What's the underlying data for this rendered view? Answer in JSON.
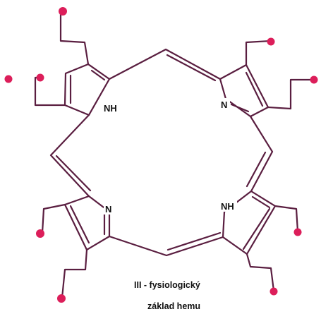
{
  "diagram": {
    "atoms": {
      "nh_top_left": "NH",
      "n_top_right": "N",
      "n_bottom_left": "N",
      "nh_bottom_right": "NH"
    },
    "caption": {
      "line1": "III - fysiologický",
      "line2": "základ hemu"
    },
    "colors": {
      "bond": "#5a1e40",
      "substituent_dot": "#dc1e5a",
      "text": "#111111"
    },
    "substituent_count": 8
  }
}
